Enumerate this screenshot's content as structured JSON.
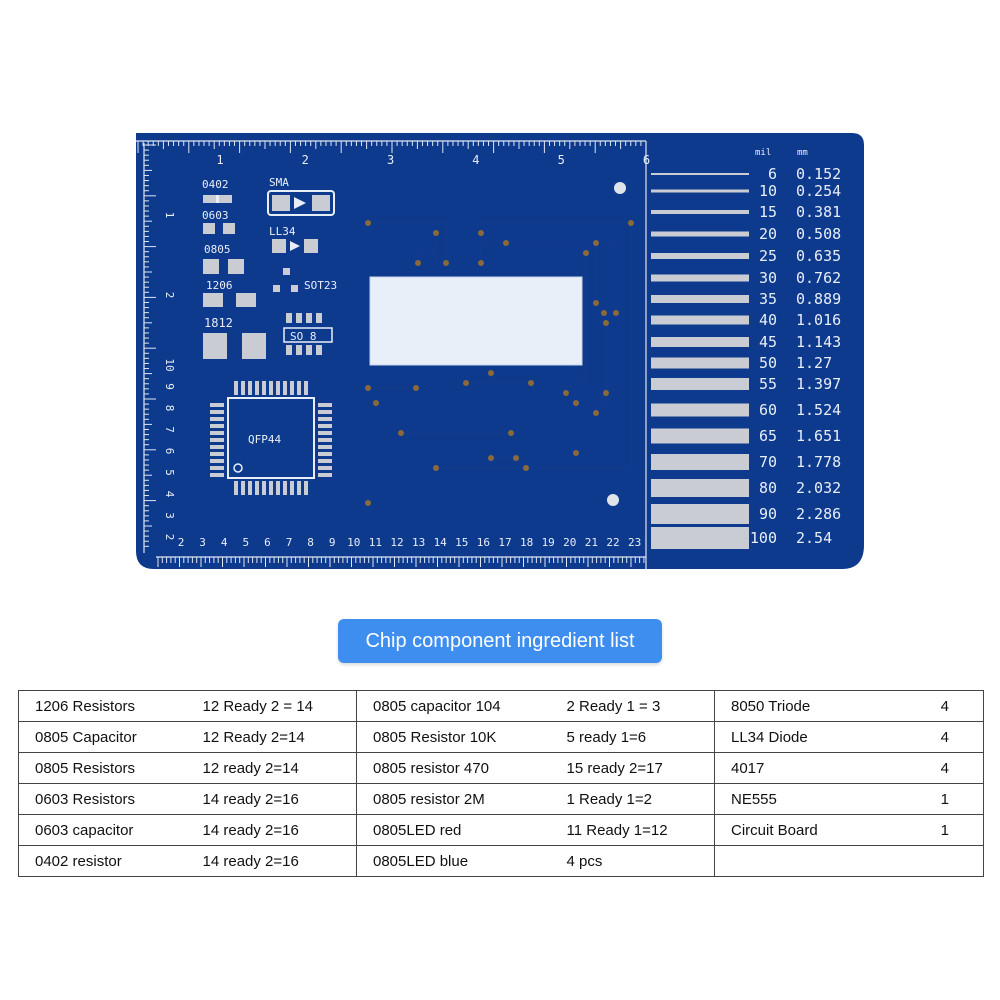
{
  "pcb": {
    "top_ruler": [
      "1",
      "2",
      "3",
      "4",
      "5",
      "6"
    ],
    "left_ruler": [
      "1",
      "2"
    ],
    "left_ruler_lower": [
      "10",
      "9",
      "8",
      "7",
      "6",
      "5",
      "4",
      "3",
      "2"
    ],
    "bottom_ruler": [
      "2",
      "3",
      "4",
      "5",
      "6",
      "7",
      "8",
      "9",
      "10",
      "11",
      "12",
      "13",
      "14",
      "15",
      "16",
      "17",
      "18",
      "19",
      "20",
      "21",
      "22",
      "23"
    ],
    "footprints": {
      "f0402": "0402",
      "f0603": "0603",
      "f0805": "0805",
      "f1206": "1206",
      "f1812": "1812",
      "sma": "SMA",
      "ll34": "LL34",
      "sot23": "SOT23",
      "so8": "SO 8",
      "qfp44": "QFP44"
    },
    "trace_header_mil": "mil",
    "trace_header_mm": "mm",
    "trace_widths": [
      {
        "mil": "6",
        "mm": "0.152"
      },
      {
        "mil": "10",
        "mm": "0.254"
      },
      {
        "mil": "15",
        "mm": "0.381"
      },
      {
        "mil": "20",
        "mm": "0.508"
      },
      {
        "mil": "25",
        "mm": "0.635"
      },
      {
        "mil": "30",
        "mm": "0.762"
      },
      {
        "mil": "35",
        "mm": "0.889"
      },
      {
        "mil": "40",
        "mm": "1.016"
      },
      {
        "mil": "45",
        "mm": "1.143"
      },
      {
        "mil": "50",
        "mm": "1.27"
      },
      {
        "mil": "55",
        "mm": "1.397"
      },
      {
        "mil": "60",
        "mm": "1.524"
      },
      {
        "mil": "65",
        "mm": "1.651"
      },
      {
        "mil": "70",
        "mm": "1.778"
      },
      {
        "mil": "80",
        "mm": "2.032"
      },
      {
        "mil": "90",
        "mm": "2.286"
      },
      {
        "mil": "100",
        "mm": "2.54"
      }
    ],
    "colors": {
      "board": "#0e3a8e",
      "silkscreen": "#e8eef8",
      "pad": "#c9cdd3"
    }
  },
  "title": "Chip component ingredient list",
  "table": {
    "rows": [
      [
        [
          "1206 Resistors",
          "12 Ready 2 = 14"
        ],
        [
          "0805 capacitor 104",
          "2 Ready 1 = 3"
        ],
        [
          "8050 Triode",
          "4"
        ]
      ],
      [
        [
          "0805 Capacitor",
          "12 Ready 2=14"
        ],
        [
          "0805 Resistor 10K",
          "5 ready 1=6"
        ],
        [
          "LL34 Diode",
          "4"
        ]
      ],
      [
        [
          "0805 Resistors",
          "12 ready 2=14"
        ],
        [
          "0805 resistor 470",
          "15 ready 2=17"
        ],
        [
          "4017",
          "4"
        ]
      ],
      [
        [
          "0603 Resistors",
          "14 ready 2=16"
        ],
        [
          "0805 resistor 2M",
          "1 Ready 1=2"
        ],
        [
          "NE555",
          "1"
        ]
      ],
      [
        [
          "0603 capacitor",
          "14 ready 2=16"
        ],
        [
          "0805LED red",
          "11 Ready 1=12"
        ],
        [
          "Circuit Board",
          "1"
        ]
      ],
      [
        [
          "0402 resistor",
          "14 ready 2=16"
        ],
        [
          "0805LED blue",
          "4 pcs"
        ],
        [
          "",
          ""
        ]
      ]
    ]
  }
}
